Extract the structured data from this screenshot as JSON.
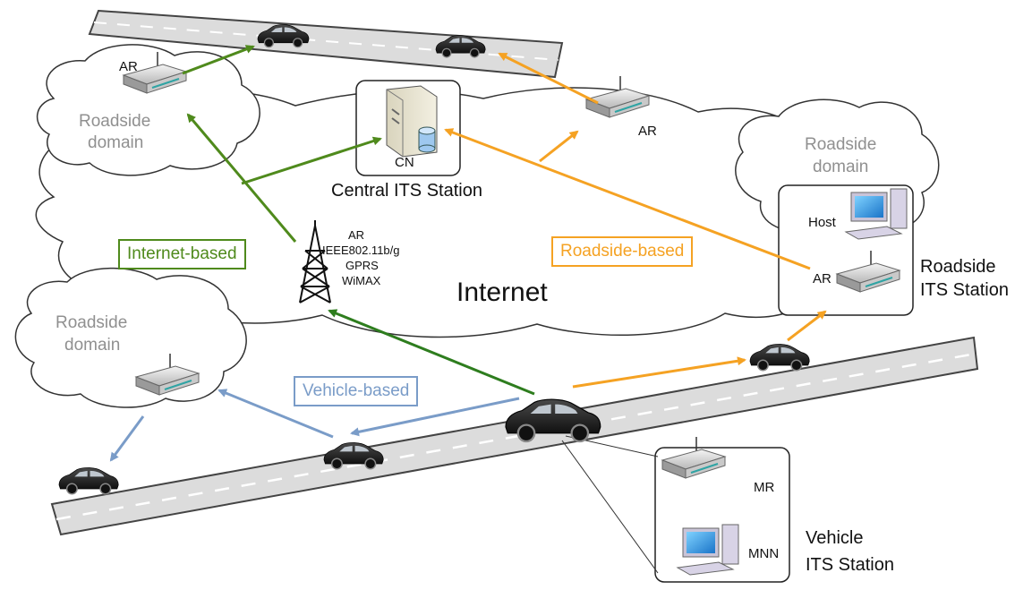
{
  "labels": {
    "ar_top_left": "AR",
    "ar_top_right": "AR",
    "ar_tower": "AR",
    "tower_tech_1": "IEEE802.11b/g",
    "tower_tech_2": "GPRS",
    "tower_tech_3": "WiMAX",
    "roadside_domain_top_left_1": "Roadside",
    "roadside_domain_top_left_2": "domain",
    "roadside_domain_right_1": "Roadside",
    "roadside_domain_right_2": "domain",
    "roadside_domain_left_1": "Roadside",
    "roadside_domain_left_2": "domain",
    "cn": "CN",
    "central_its": "Central ITS Station",
    "internet": "Internet",
    "host": "Host",
    "ar_roadside_station": "AR",
    "roadside_its_1": "Roadside",
    "roadside_its_2": "ITS Station",
    "mr": "MR",
    "mnn": "MNN",
    "vehicle_its_1": "Vehicle",
    "vehicle_its_2": "ITS Station",
    "internet_based": "Internet-based",
    "roadside_based": "Roadside-based",
    "vehicle_based": "Vehicle-based"
  },
  "colors": {
    "internet_based": "#4f8a1c",
    "roadside_based": "#f5a223",
    "vehicle_based": "#7a9cc8",
    "internet_arrow_dark": "#2e7d1e"
  },
  "icons": [
    "access-router-icon",
    "server-icon",
    "database-icon",
    "radio-tower-icon",
    "desktop-computer-icon",
    "car-icon",
    "cloud-shape"
  ]
}
